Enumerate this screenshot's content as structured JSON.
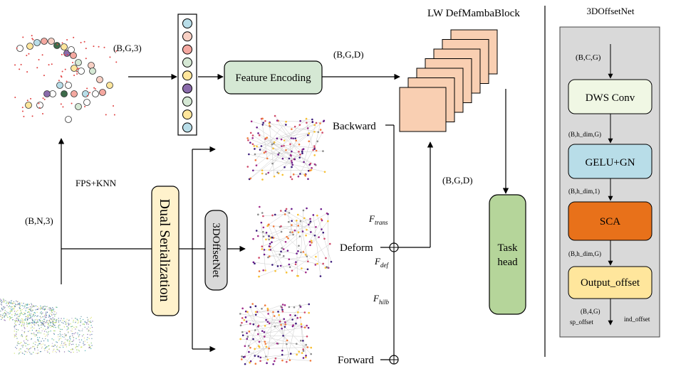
{
  "labels": {
    "shape_bg3": "(B,G,3)",
    "fps_knn": "FPS+KNN",
    "shape_bn3": "(B,N,3)",
    "feature_encoding": "Feature Encoding",
    "shape_bgd_top": "(B,G,D)",
    "block_title": "LW DefMambaBlock",
    "dual_serialization": "Dual Serialization",
    "offsetnet_vertical": "3DOffsetNet",
    "backward": "Backward",
    "deform": "Deform",
    "forward": "Forward",
    "f_trans": "F",
    "f_trans_sub": "trans",
    "f_def": "F",
    "f_def_sub": "def",
    "f_hilb": "F",
    "f_hilb_sub": "hilb",
    "shape_bgd_mid": "(B,G,D)",
    "task_head_line1": "Task",
    "task_head_line2": "head"
  },
  "offsetnet": {
    "title": "3DOffsetNet",
    "input_shape": "(B,C,G)",
    "blocks": [
      "DWS Conv",
      "GELU+GN",
      "SCA",
      "Output_offset"
    ],
    "shapes": [
      "(B,h_dim,G)",
      "(B,h_dim,1)",
      "(B,h_dim,G)",
      "(B,4,G)"
    ],
    "sp_offset": "sp_offset",
    "ind_offset": "ind_offset"
  },
  "colors": {
    "feature_box": "#d5e8d4",
    "block_fill": "#f9cfb2",
    "dual_box": "#fff2cc",
    "offsetnet_pill": "#d9d9d9",
    "task_head": "#b5d59a",
    "panel_bg": "#d9d9d9",
    "dws": "#f0f7e4",
    "gelu": "#b8dde8",
    "sca": "#e8711a",
    "output": "#ffe69c"
  },
  "token_colors": [
    "#b8dde8",
    "#f8d0c4",
    "#f4a8a0",
    "#d5e8d4",
    "#ffe69c",
    "#8a6bab",
    "#d5e8d4",
    "#ffe69c",
    "#b8dde8"
  ]
}
